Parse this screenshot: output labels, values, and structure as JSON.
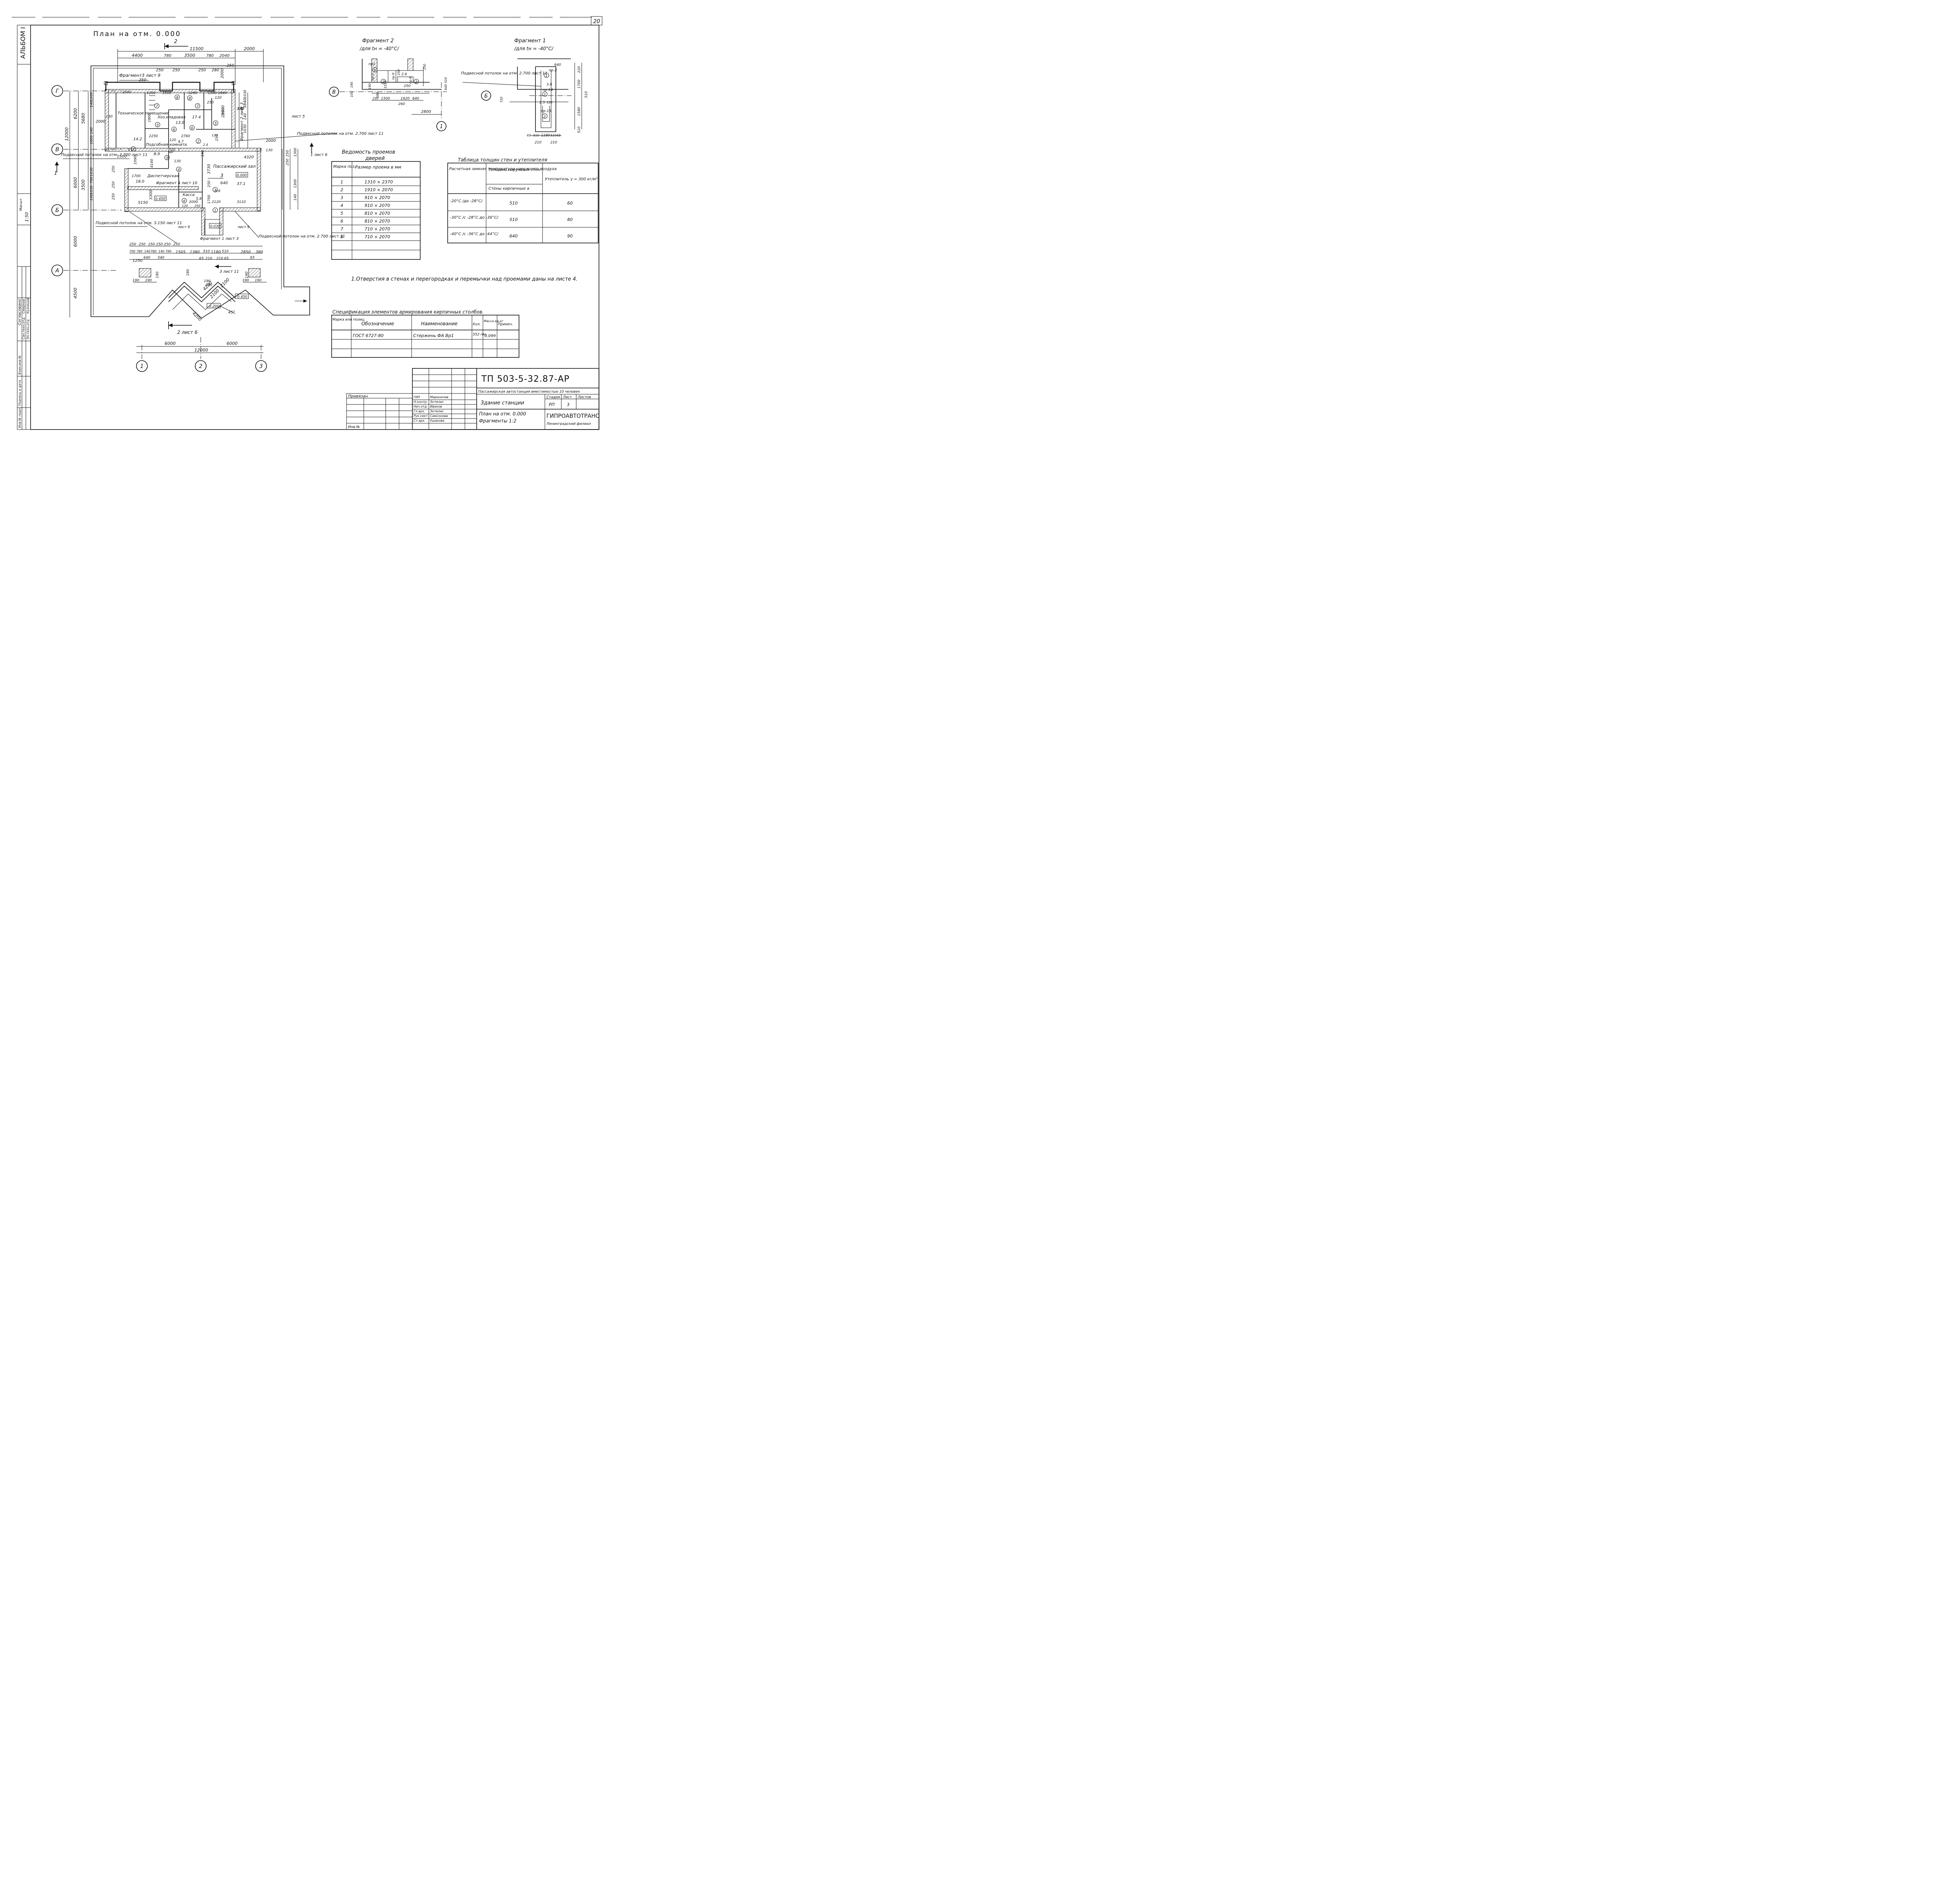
{
  "sheet": {
    "sheet_number": "20",
    "album": "АЛЬБОМ I",
    "scale": "1:50",
    "scale_header": "Масшт",
    "title": "План на отм. 0.000"
  },
  "section_marks": {
    "top": "2",
    "bottom": "2 лист 6",
    "left": "1",
    "right": "1 лист 6",
    "mid": "3",
    "mid2": "3 лист 11"
  },
  "axes": {
    "rows": [
      "Г",
      "В",
      "Б",
      "А"
    ],
    "cols": [
      "1",
      "2",
      "3"
    ]
  },
  "dimensions": {
    "top_total": "11500",
    "top_right": "2000",
    "top_chain": [
      "4400",
      "780",
      "3500",
      "780",
      "2040"
    ],
    "top_small": [
      "250",
      "250",
      "250",
      "280",
      "250",
      "250"
    ],
    "left_outer": [
      "12000",
      "6000",
      "6000",
      "4500"
    ],
    "left_inner": [
      "5680",
      "3500"
    ],
    "left_small": [
      "6200",
      "2000",
      "1800",
      "1500",
      "140",
      "1200",
      "130",
      "140",
      "1800",
      "1090",
      "4160",
      "1030",
      "780",
      "1030",
      "250",
      "250",
      "140",
      "250"
    ],
    "right_col": [
      "3840",
      "2900",
      "1030",
      "140",
      "130",
      "1030",
      "2000",
      "2000",
      "4320",
      "1300",
      "250",
      "250",
      "1300",
      "140",
      "130"
    ],
    "bottom_chain": [
      "6000",
      "6000"
    ],
    "bottom_total": "12000",
    "bottom_front": [
      "250",
      "250",
      "250",
      "250",
      "250",
      "250",
      "700",
      "780",
      "140",
      "780",
      "140",
      "780",
      "1505",
      "1380",
      "510",
      "1180",
      "510",
      "2850",
      "380",
      "1250",
      "640",
      "540",
      "65",
      "210",
      "210",
      "65",
      "65"
    ],
    "porch": [
      "190",
      "190",
      "190",
      "190",
      "190",
      "190",
      "4200",
      "2100",
      "2100",
      "4200",
      "190",
      "180",
      "190"
    ],
    "inner": [
      "2500",
      "1200",
      "1500",
      "1200",
      "1300",
      "1660",
      "120",
      "250",
      "2760",
      "2250",
      "120",
      "4.7",
      "14.2",
      "1700",
      "2000",
      "5150",
      "3300",
      "120",
      "250",
      "2120",
      "3110",
      "640",
      "3730",
      "250",
      "190",
      "130",
      "1700",
      "3.6",
      "2.4",
      "250",
      "2900",
      "120",
      "130"
    ],
    "levels": [
      "0.000",
      "0.450",
      "0.030",
      "-0.200",
      "-0.450"
    ],
    "angle": "45°"
  },
  "rooms": [
    {
      "name": "Техническое помещение",
      "area": ""
    },
    {
      "name": "Хоз.кладовая",
      "area": "13.0"
    },
    {
      "name": "Подсобная комната",
      "area": "8.9"
    },
    {
      "name": "Диспетчерская",
      "area": "18.0"
    },
    {
      "name": "Пассажирский зал",
      "area": "37.1"
    },
    {
      "name": "Касса",
      "area": "5.8"
    },
    {
      "name": "",
      "area": "17.4"
    }
  ],
  "callouts": [
    "Фрагмент3 лист 9",
    "Фрагмент 2 лист 3",
    "Фрагмент 4 лист 10",
    "Фрагмент 1 лист 3",
    "Подвесной потолок на отм. 2.700 лист 11",
    "Подвесной потолок на отм. 2.700 лист 11",
    "Подвесной потолок на отм. 3.150 лист 11",
    "Подвесной потолок на отм. 2.700 лист 11",
    "лист 5",
    "лист 9",
    "лист 9"
  ],
  "door_marks": [
    "1",
    "2",
    "3",
    "4",
    "5",
    "6",
    "7",
    "8"
  ],
  "fragment2": {
    "title": "Фрагмент 2",
    "subtitle": "/для tн = -40°С/",
    "axes": [
      "В",
      "1"
    ],
    "dims": [
      "250",
      "1500",
      "580",
      "1620",
      "640",
      "260",
      "2800",
      "190",
      "100",
      "190",
      "1510",
      "250",
      "2.6",
      "250",
      "640",
      "250",
      "510"
    ],
    "marks": [
      "пр1",
      "пр-5",
      "пр-9",
      "пр-9",
      "6",
      "2",
      "2"
    ]
  },
  "fragment1": {
    "title": "Фрагмент 1",
    "subtitle": "/для tн = -40°С/",
    "axes": [
      "Б"
    ],
    "callout": "Подвесной потолок на отм. 2.700 лист 11",
    "dims": [
      "640",
      "220",
      "3.6",
      "1700",
      "510",
      "1580",
      "510",
      "65",
      "510",
      "1180",
      "510",
      "65",
      "210",
      "210",
      "2.5",
      "120",
      "720"
    ],
    "marks": [
      "пр-2",
      "пр-14",
      "пр-15",
      "1",
      "1",
      "1"
    ]
  },
  "doors_schedule": {
    "title": "Ведомость проемов дверей",
    "headers": [
      "Марка поз.",
      "Размер проема в мм"
    ],
    "rows": [
      [
        "1",
        "1310 × 2370"
      ],
      [
        "2",
        "1910 × 2070"
      ],
      [
        "3",
        "910 × 2070"
      ],
      [
        "4",
        "910 × 2070"
      ],
      [
        "5",
        "810 × 2070"
      ],
      [
        "6",
        "810 × 2070"
      ],
      [
        "7",
        "710 × 2070"
      ],
      [
        "8",
        "710 × 2070"
      ]
    ]
  },
  "walls_table": {
    "title": "Таблица толщин стен и утеплителя",
    "headers": [
      "Расчетная зимняя температура наружного воздуха",
      "Толщина наружных стен",
      "Утеплитель γ = 300 кг/м³"
    ],
    "subheader": "Стены кирпичные а",
    "rows": [
      [
        "-20°С /до -28°С/",
        "510",
        "60"
      ],
      [
        "-30°С /с -28°С до -36°С/",
        "510",
        "80"
      ],
      [
        "-40°С /с -36°С до -44°С/",
        "640",
        "90"
      ]
    ]
  },
  "note": "1.Отверстия в стенах и перегородках и перемычки над проемами даны на листе 4.",
  "spec": {
    "title": "Спецификация элементов армирования кирпичных столбов.",
    "headers": [
      "Марка или позиц.",
      "Обозначение",
      "Наименование",
      "Кол.",
      "Масса ед.кг",
      "Примеч."
    ],
    "rows": [
      [
        "",
        "ГОСТ 6727-80",
        "Стержень ФА Вр1",
        "552 пм.",
        "0.099",
        ""
      ]
    ]
  },
  "stamp": {
    "code": "ТП 503-5-32.87-АР",
    "project": "Пассажирская автостанция вместимостью 10 человек",
    "building": "Здание станции",
    "sheet_title": "План на отм. 0.000 Фрагменты 1:2",
    "stage_headers": [
      "Стадия",
      "Лист",
      "Листов"
    ],
    "stage": "РП",
    "sheet": "3",
    "sheets": "",
    "org": "ГИПРОАВТОТРАНС",
    "branch": "Ленинградский филиал",
    "bound": "Привязан",
    "inv": "Инв.№",
    "roles": [
      {
        "role": "ГИП",
        "name": "Мариничев"
      },
      {
        "role": "Н.контр.",
        "name": "Энтелис"
      },
      {
        "role": "Нач.отд.",
        "name": "Иванов"
      },
      {
        "role": "Гл.арх.",
        "name": "Энтелис"
      },
      {
        "role": "Рук.сект.",
        "name": "Самсонова"
      },
      {
        "role": "Ст.арх.",
        "name": "Ушакова"
      }
    ]
  },
  "side_stamp": {
    "agreed": "Согласовано",
    "rows": [
      "Сан.техн.отд.",
      "Эл.техн.отд."
    ],
    "names": [
      "Смирнов",
      "Кузнецов"
    ],
    "inv_cells": [
      "Инв.№ подл.",
      "Подпись и дата",
      "Взам.инв.№"
    ]
  }
}
